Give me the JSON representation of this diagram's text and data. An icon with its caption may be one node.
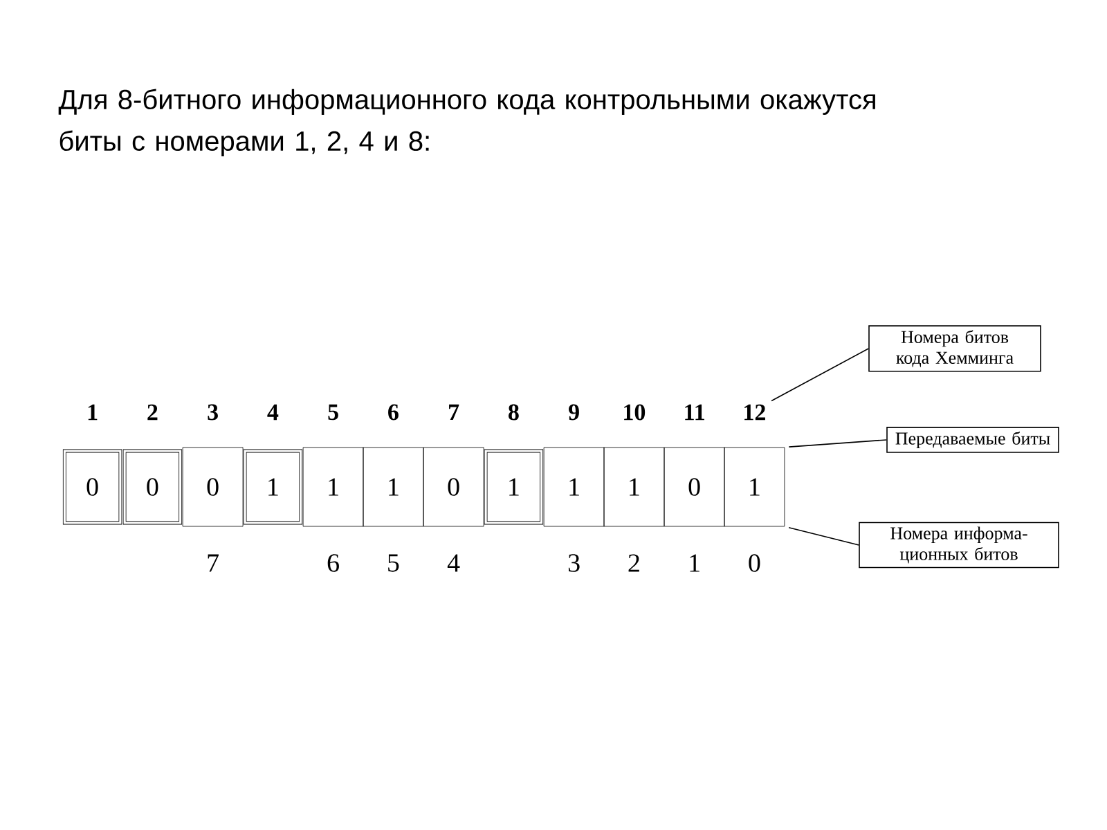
{
  "diagram": {
    "title": "Для 8-битного информационного кода контрольными окажутся биты с номерами 1, 2, 4 и 8:",
    "nodes": [
      {
        "text": [
          "Номера битов кода Хемминга"
        ]
      },
      {
        "text": [
          "Передаваемые биты"
        ]
      },
      {
        "text": [
          "Номера информа- ционных битов"
        ]
      },
      {
        "text": [
          "1"
        ]
      },
      {
        "text": [
          "2"
        ]
      },
      {
        "text": [
          "3"
        ]
      },
      {
        "text": [
          "4"
        ]
      },
      {
        "text": [
          "5"
        ]
      },
      {
        "text": [
          "6"
        ]
      },
      {
        "text": [
          "7"
        ]
      },
      {
        "text": [
          "8"
        ]
      },
      {
        "text": [
          "9"
        ]
      },
      {
        "text": [
          "10"
        ]
      },
      {
        "text": [
          "11"
        ]
      },
      {
        "text": [
          "12"
        ]
      },
      {
        "text": [
          "0"
        ]
      },
      {
        "text": [
          "0"
        ]
      },
      {
        "text": [
          "0"
        ]
      },
      {
        "text": [
          "1"
        ]
      },
      {
        "text": [
          "1"
        ]
      },
      {
        "text": [
          "1"
        ]
      },
      {
        "text": [
          "0"
        ]
      },
      {
        "text": [
          "1"
        ]
      },
      {
        "text": [
          "1"
        ]
      },
      {
        "text": [
          "1"
        ]
      },
      {
        "text": [
          "0"
        ]
      },
      {
        "text": [
          "1"
        ]
      }
    ],
    "edges": [
      {
        "from": 0,
        "to": 14,
        "arrow": "none"
      },
      {
        "from": 1,
        "to": 26,
        "arrow": "none"
      },
      {
        "from": 2,
        "to": 26,
        "arrow": "none"
      }
    ],
    "labels": [
      "7",
      "6",
      "5",
      "4",
      "3",
      "2",
      "1",
      "0"
    ]
  }
}
